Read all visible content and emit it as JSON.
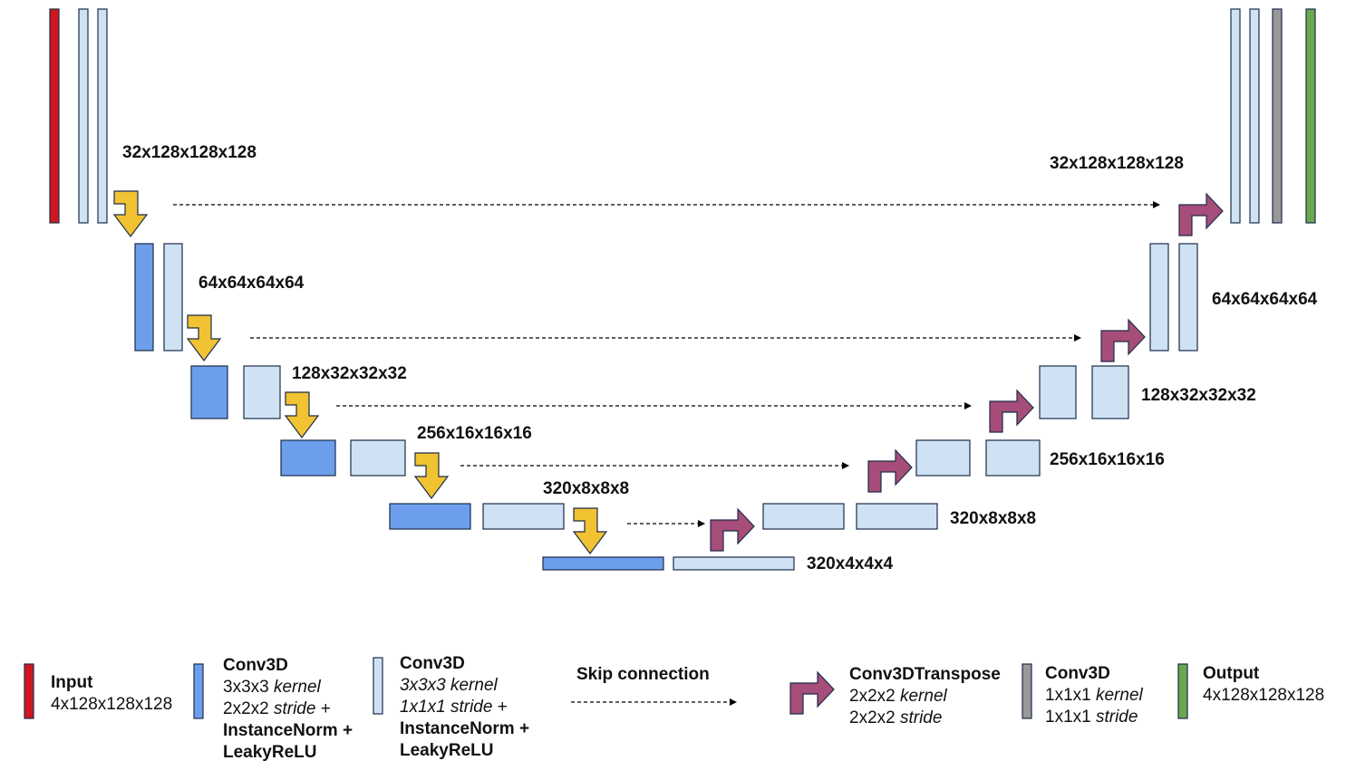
{
  "colors": {
    "input": "#d0171d",
    "conv_down": "#6d9eeb",
    "conv_block": "#cfe2f3",
    "conv_1x1": "#999999",
    "output": "#6aa84f",
    "downsample_arrow": "#f1c232",
    "upsample_arrow": "#a64d79",
    "outline": "#1c2c4a"
  },
  "icons": {
    "downsample": "yellow-down-bent-arrow-icon",
    "upsample": "purple-up-bent-arrow-icon",
    "skip": "dashed-arrow-icon"
  },
  "encoder_labels": [
    "32x128x128x128",
    "64x64x64x64",
    "128x32x32x32",
    "256x16x16x16",
    "320x8x8x8"
  ],
  "bottleneck_label": "320x4x4x4",
  "decoder_labels": [
    "32x128x128x128",
    "64x64x64x64",
    "128x32x32x32",
    "256x16x16x16",
    "320x8x8x8"
  ],
  "legend": {
    "input": {
      "title": "Input",
      "line1": "4x128x128x128"
    },
    "conv_down": {
      "title": "Conv3D",
      "l1": "3x3x3",
      "l1_i": "kernel",
      "l2": "2x2x2",
      "l2_i": "stride",
      "l2_t": " +",
      "l3": "InstanceNorm +",
      "l4": "LeakyReLU"
    },
    "conv_block": {
      "title": "Conv3D",
      "l1": "3x3x3 kernel",
      "l2": "1x1x1 stride",
      "l2_t": " +",
      "l3": "InstanceNorm +",
      "l4": "LeakyReLU"
    },
    "skip": {
      "title": "Skip connection"
    },
    "transpose": {
      "title": "Conv3DTranspose",
      "l1": "2x2x2",
      "l1_i": "kernel",
      "l2": "2x2x2",
      "l2_i": "stride"
    },
    "conv_1x1": {
      "title": "Conv3D",
      "l1": "1x1x1",
      "l1_i": "kernel",
      "l2": "1x1x1",
      "l2_i": "stride"
    },
    "output": {
      "title": "Output",
      "line1": "4x128x128x128"
    }
  }
}
